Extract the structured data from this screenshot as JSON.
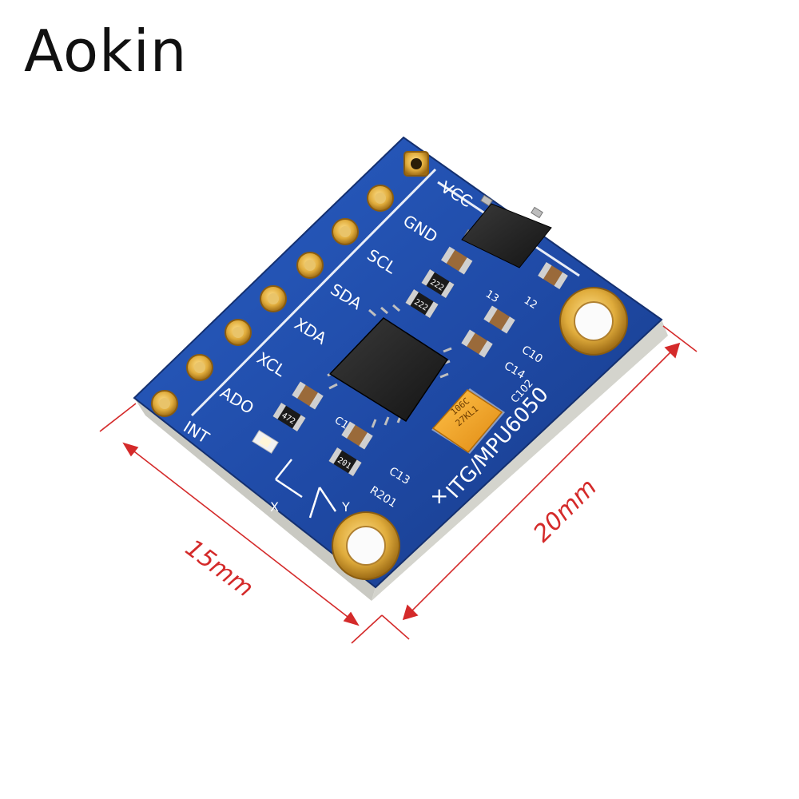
{
  "brand": {
    "logo_text": "Aokin"
  },
  "board": {
    "pin_labels": [
      "VCC",
      "GND",
      "SCL",
      "SDA",
      "XDA",
      "XCL",
      "ADO",
      "INT"
    ],
    "model_label": "ITG/MPU6050",
    "plus_label": "+",
    "component_labels": [
      "C10",
      "C14",
      "C102",
      "C13",
      "R201",
      "C1",
      "12",
      "13"
    ],
    "resistor_codes": [
      "222",
      "222",
      "472",
      "201"
    ],
    "capacitor_marking": [
      "106C",
      "27KL1"
    ],
    "axis_labels": [
      "X",
      "Y"
    ]
  },
  "dimensions": {
    "width_label": "15mm",
    "length_label": "20mm"
  },
  "colors": {
    "pcb_blue": "#1f4aa6",
    "pad_gold": "#d9a532",
    "dimension_red": "#d42a2a",
    "tantalum_orange": "#f2a020"
  }
}
